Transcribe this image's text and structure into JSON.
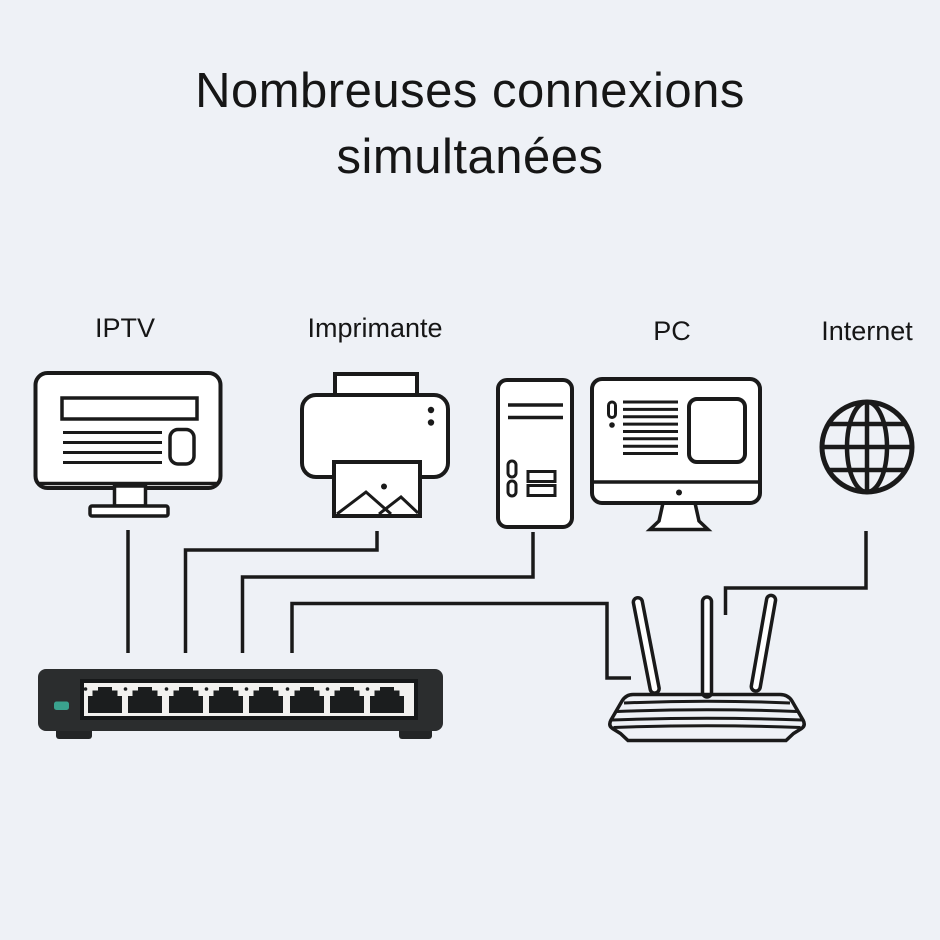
{
  "title": {
    "line1": "Nombreuses connexions",
    "line2": "simultanées"
  },
  "devices": [
    {
      "label": "IPTV",
      "icon": "tv-icon"
    },
    {
      "label": "Imprimante",
      "icon": "printer-icon"
    },
    {
      "label": "PC",
      "icon": "desktop-pc-icon"
    },
    {
      "label": "Internet",
      "icon": "globe-icon"
    }
  ],
  "network": {
    "switch": {
      "ports": 8,
      "led_color": "#3aa28e",
      "body_color": "#2b2d2e",
      "panel_color": "#f2f1ef",
      "port_color": "#1b1d1e"
    },
    "router": {
      "antennas": 3
    },
    "connections": [
      {
        "from": "IPTV",
        "to": "switch"
      },
      {
        "from": "Imprimante",
        "to": "switch"
      },
      {
        "from": "PC",
        "to": "switch"
      },
      {
        "from": "switch",
        "to": "router"
      },
      {
        "from": "Internet",
        "to": "router"
      }
    ]
  },
  "colors": {
    "background": "#eef1f6",
    "line": "#1a1a1a",
    "icon_fill": "#ffffff"
  }
}
